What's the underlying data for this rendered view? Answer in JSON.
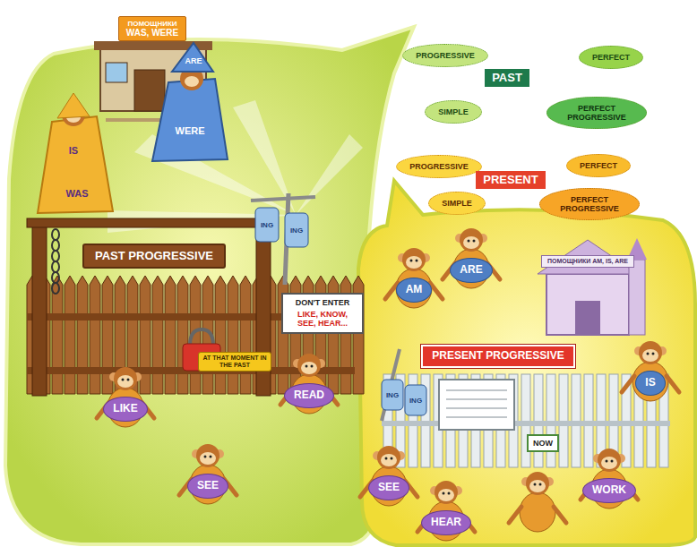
{
  "diagram": {
    "nodes": [
      {
        "text": [
          "ПОМОЩНИКИ",
          "WAS, WERE"
        ]
      },
      {
        "text": [
          "PROGRESSIVE"
        ]
      },
      {
        "text": [
          "PAST"
        ]
      },
      {
        "text": [
          "PERFECT"
        ]
      },
      {
        "text": [
          "SIMPLE"
        ]
      },
      {
        "text": [
          "PERFECT PROGRESSIVE"
        ]
      },
      {
        "text": [
          "PROGRESSIVE"
        ]
      },
      {
        "text": [
          "PRESENT"
        ]
      },
      {
        "text": [
          "PERFECT"
        ]
      },
      {
        "text": [
          "SIMPLE"
        ]
      },
      {
        "text": [
          "PERFECT PROGRESSIVE"
        ]
      },
      {
        "text": [
          "PAST PROGRESSIVE"
        ]
      },
      {
        "text": [
          "DON'T ENTER",
          "LIKE, KNOW, SEE, HEAR..."
        ]
      },
      {
        "text": [
          "AT THAT MOMENT IN THE PAST"
        ]
      },
      {
        "text": [
          "LIKE"
        ]
      },
      {
        "text": [
          "SEE"
        ]
      },
      {
        "text": [
          "READ"
        ]
      },
      {
        "text": [
          "AM"
        ]
      },
      {
        "text": [
          "ARE"
        ]
      },
      {
        "text": [
          "ПОМОЩНИКИ AM, IS, ARE"
        ]
      },
      {
        "text": [
          "PRESENT PROGRESSIVE"
        ]
      },
      {
        "text": [
          "IS"
        ]
      },
      {
        "text": [
          "NOW"
        ]
      },
      {
        "text": [
          "SEE"
        ]
      },
      {
        "text": [
          "HEAR"
        ]
      },
      {
        "text": [
          "WORK"
        ]
      }
    ],
    "labels": [
      "IS",
      "WAS",
      "ARE",
      "WERE",
      "ING",
      "ING",
      "ING",
      "ING"
    ]
  }
}
